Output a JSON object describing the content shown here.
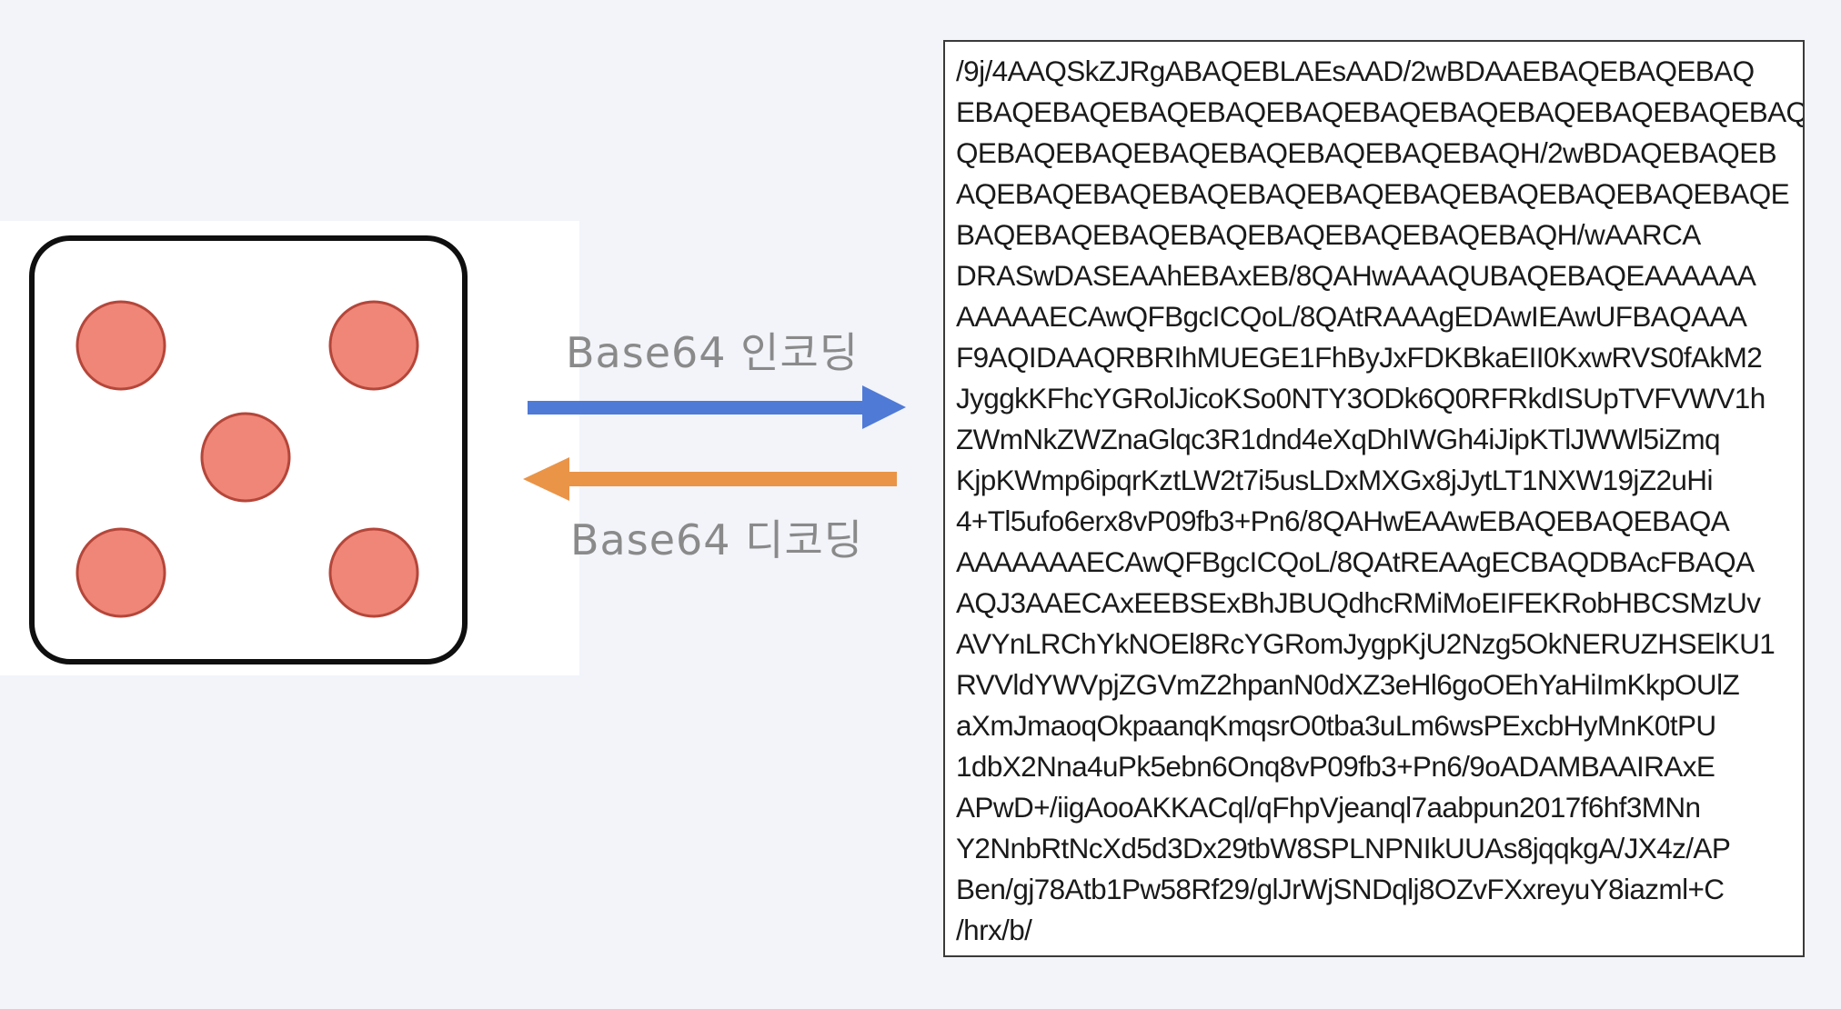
{
  "diagram": {
    "image": {
      "name": "dice-five",
      "pip_color": "#ef8677",
      "pip_outline": "#b5463a"
    },
    "encode_arrow": {
      "label": "Base64 인코딩",
      "color": "#4f7ad6",
      "direction": "right"
    },
    "decode_arrow": {
      "label": "Base64 디코딩",
      "color": "#ea9448",
      "direction": "left"
    },
    "encoded_text": [
      "/9j/4AAQSkZJRgABAQEBLAEsAAD/2wBDAAEBAQEBAQEBAQ",
      "EBAQEBAQEBAQEBAQEBAQEBAQEBAQEBAQEBAQEBAQEBAQEBA",
      "QEBAQEBAQEBAQEBAQEBAQEBAQEBAQH/2wBDAQEBAQEB",
      "AQEBAQEBAQEBAQEBAQEBAQEBAQEBAQEBAQEBAQEBAQE",
      "BAQEBAQEBAQEBAQEBAQEBAQEBAQEBAQH/wAARCA",
      "DRASwDASEAAhEBAxEB/8QAHwAAAQUBAQEBAQEAAAAAA",
      "AAAAAECAwQFBgcICQoL/8QAtRAAAgEDAwIEAwUFBAQAAA",
      "F9AQIDAAQRBRIhMUEGE1FhByJxFDKBkaEII0KxwRVS0fAkM2",
      "JyggkKFhcYGRolJicoKSo0NTY3ODk6Q0RFRkdISUpTVFVWV1h",
      "ZWmNkZWZnaGlqc3R1dnd4eXqDhIWGh4iJipKTlJWWl5iZmq",
      "KjpKWmp6ipqrKztLW2t7i5usLDxMXGx8jJytLT1NXW19jZ2uHi",
      "4+Tl5ufo6erx8vP09fb3+Pn6/8QAHwEAAwEBAQEBAQEBAQA",
      "AAAAAAAECAwQFBgcICQoL/8QAtREAAgECBAQDBAcFBAQA",
      "AQJ3AAECAxEEBSExBhJBUQdhcRMiMoEIFEKRobHBCSMzUv",
      "AVYnLRChYkNOEl8RcYGRomJygpKjU2Nzg5OkNERUZHSElKU1",
      "RVVldYWVpjZGVmZ2hpanN0dXZ3eHl6goOEhYaHiImKkpOUlZ",
      "aXmJmaoqOkpaanqKmqsrO0tba3uLm6wsPExcbHyMnK0tPU",
      "1dbX2Nna4uPk5ebn6Onq8vP09fb3+Pn6/9oADAMBAAIRAxE",
      "APwD+/iigAooAKKACql/qFhpVjeanql7aabpun2017f6hf3MNn",
      "Y2NnbRtNcXd5d3Dx29tbW8SPLNPNIkUUAs8jqqkgA/JX4z/AP",
      "Ben/gj78Atb1Pw58Rf29/glJrWjSNDqlj8OZvFXxreyuY8iazml+C",
      "/hrx/b/"
    ]
  }
}
